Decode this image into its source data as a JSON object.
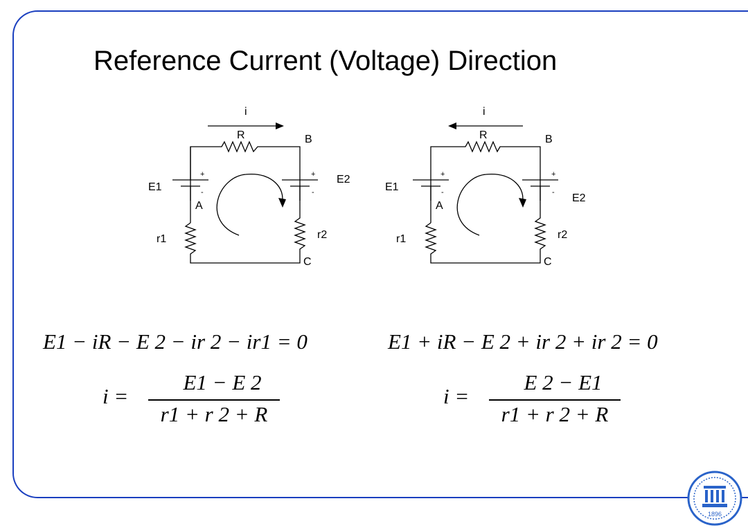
{
  "slide": {
    "title": "Reference Current (Voltage) Direction"
  },
  "circuit_left": {
    "current_label": "i",
    "resistor_R": "R",
    "node_B": "B",
    "source_E1": "E1",
    "source_E2": "E2",
    "node_A": "A",
    "resistor_r1": "r1",
    "resistor_r2": "r2",
    "node_C": "C",
    "plus": "+",
    "minus": "-",
    "current_direction": "left-to-right"
  },
  "circuit_right": {
    "current_label": "i",
    "resistor_R": "R",
    "node_B": "B",
    "source_E1": "E1",
    "source_E2": "E2",
    "node_A": "A",
    "resistor_r1": "r1",
    "resistor_r2": "r2",
    "node_C": "C",
    "plus": "+",
    "minus": "-",
    "current_direction": "right-to-left"
  },
  "equations": {
    "left_kvl": "E1 − iR − E 2 − ir 2 − ir1 = 0",
    "right_kvl": "E1 + iR − E 2 + ir 2 + ir 2 = 0",
    "left_solution": {
      "lhs": "i =",
      "numerator": "E1 − E 2",
      "denominator": "r1 + r 2 + R"
    },
    "right_solution": {
      "lhs": "i =",
      "numerator": "E 2 − E1",
      "denominator": "r1 + r 2 + R"
    }
  },
  "logo": {
    "year": "1896",
    "icon": "university-seal-icon",
    "color": "#2a63c9"
  },
  "colors": {
    "frame": "#1a3fbf",
    "ink": "#000000"
  }
}
